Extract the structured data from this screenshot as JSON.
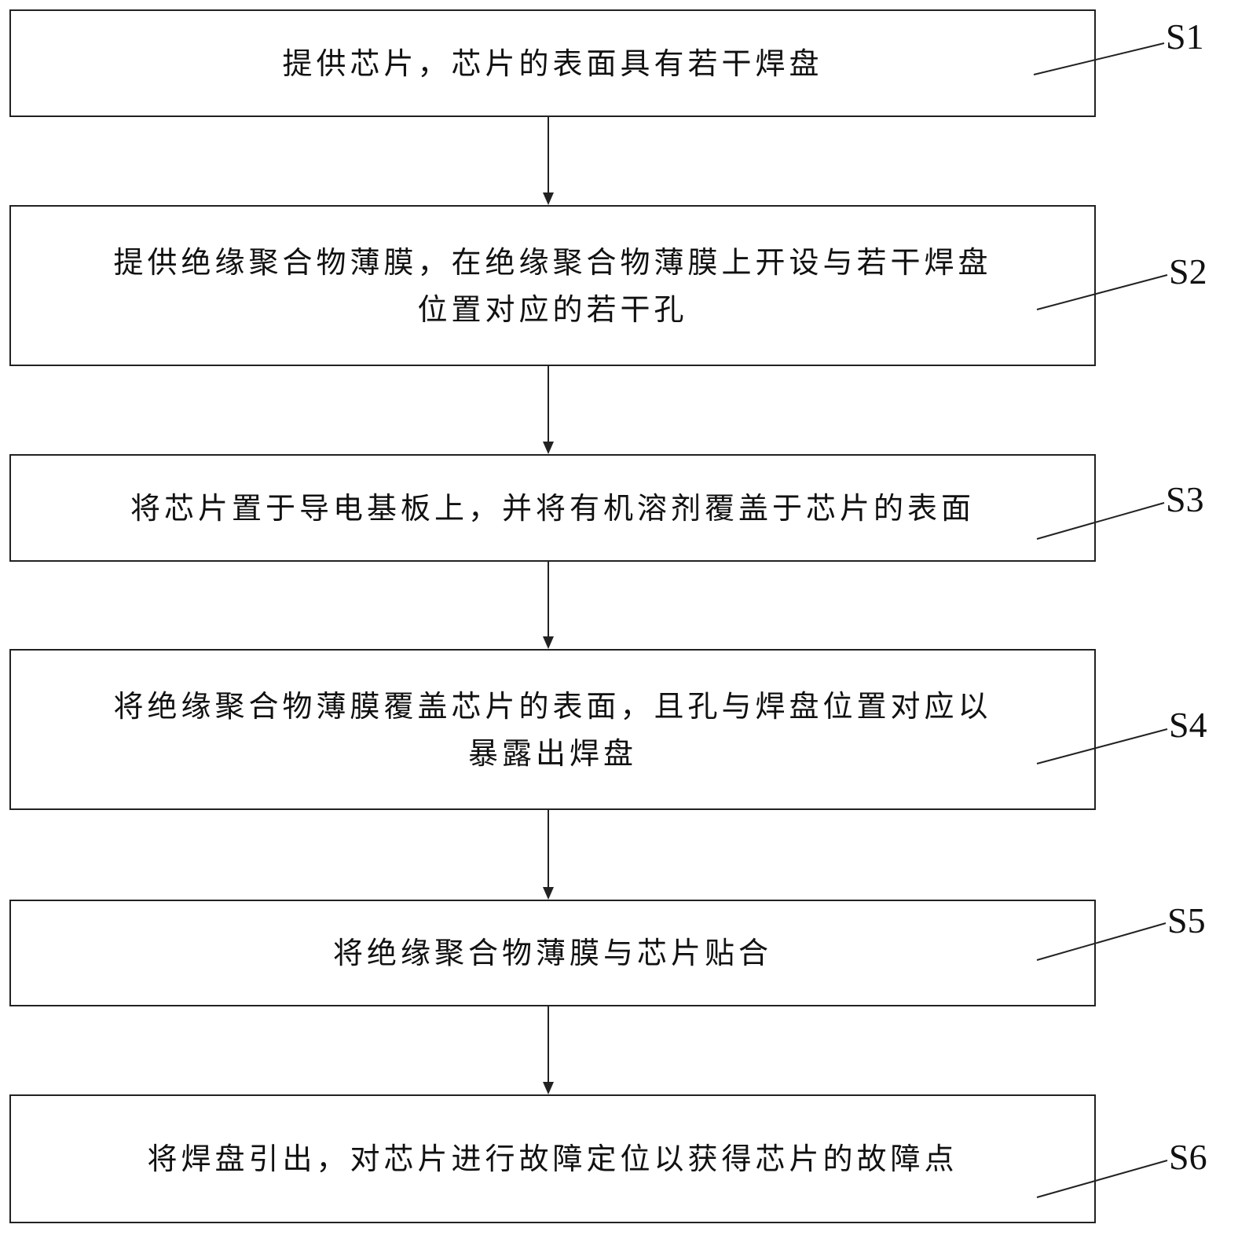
{
  "steps": [
    {
      "id": "S1",
      "text": "提供芯片，芯片的表面具有若干焊盘"
    },
    {
      "id": "S2",
      "text": "提供绝缘聚合物薄膜，在绝缘聚合物薄膜上开设与若干焊盘\n位置对应的若干孔"
    },
    {
      "id": "S3",
      "text": "将芯片置于导电基板上，并将有机溶剂覆盖于芯片的表面"
    },
    {
      "id": "S4",
      "text": "将绝缘聚合物薄膜覆盖芯片的表面，且孔与焊盘位置对应以\n暴露出焊盘"
    },
    {
      "id": "S5",
      "text": "将绝缘聚合物薄膜与芯片贴合"
    },
    {
      "id": "S6",
      "text": "将焊盘引出，对芯片进行故障定位以获得芯片的故障点"
    }
  ],
  "colors": {
    "line": "#222222",
    "background": "#ffffff"
  }
}
